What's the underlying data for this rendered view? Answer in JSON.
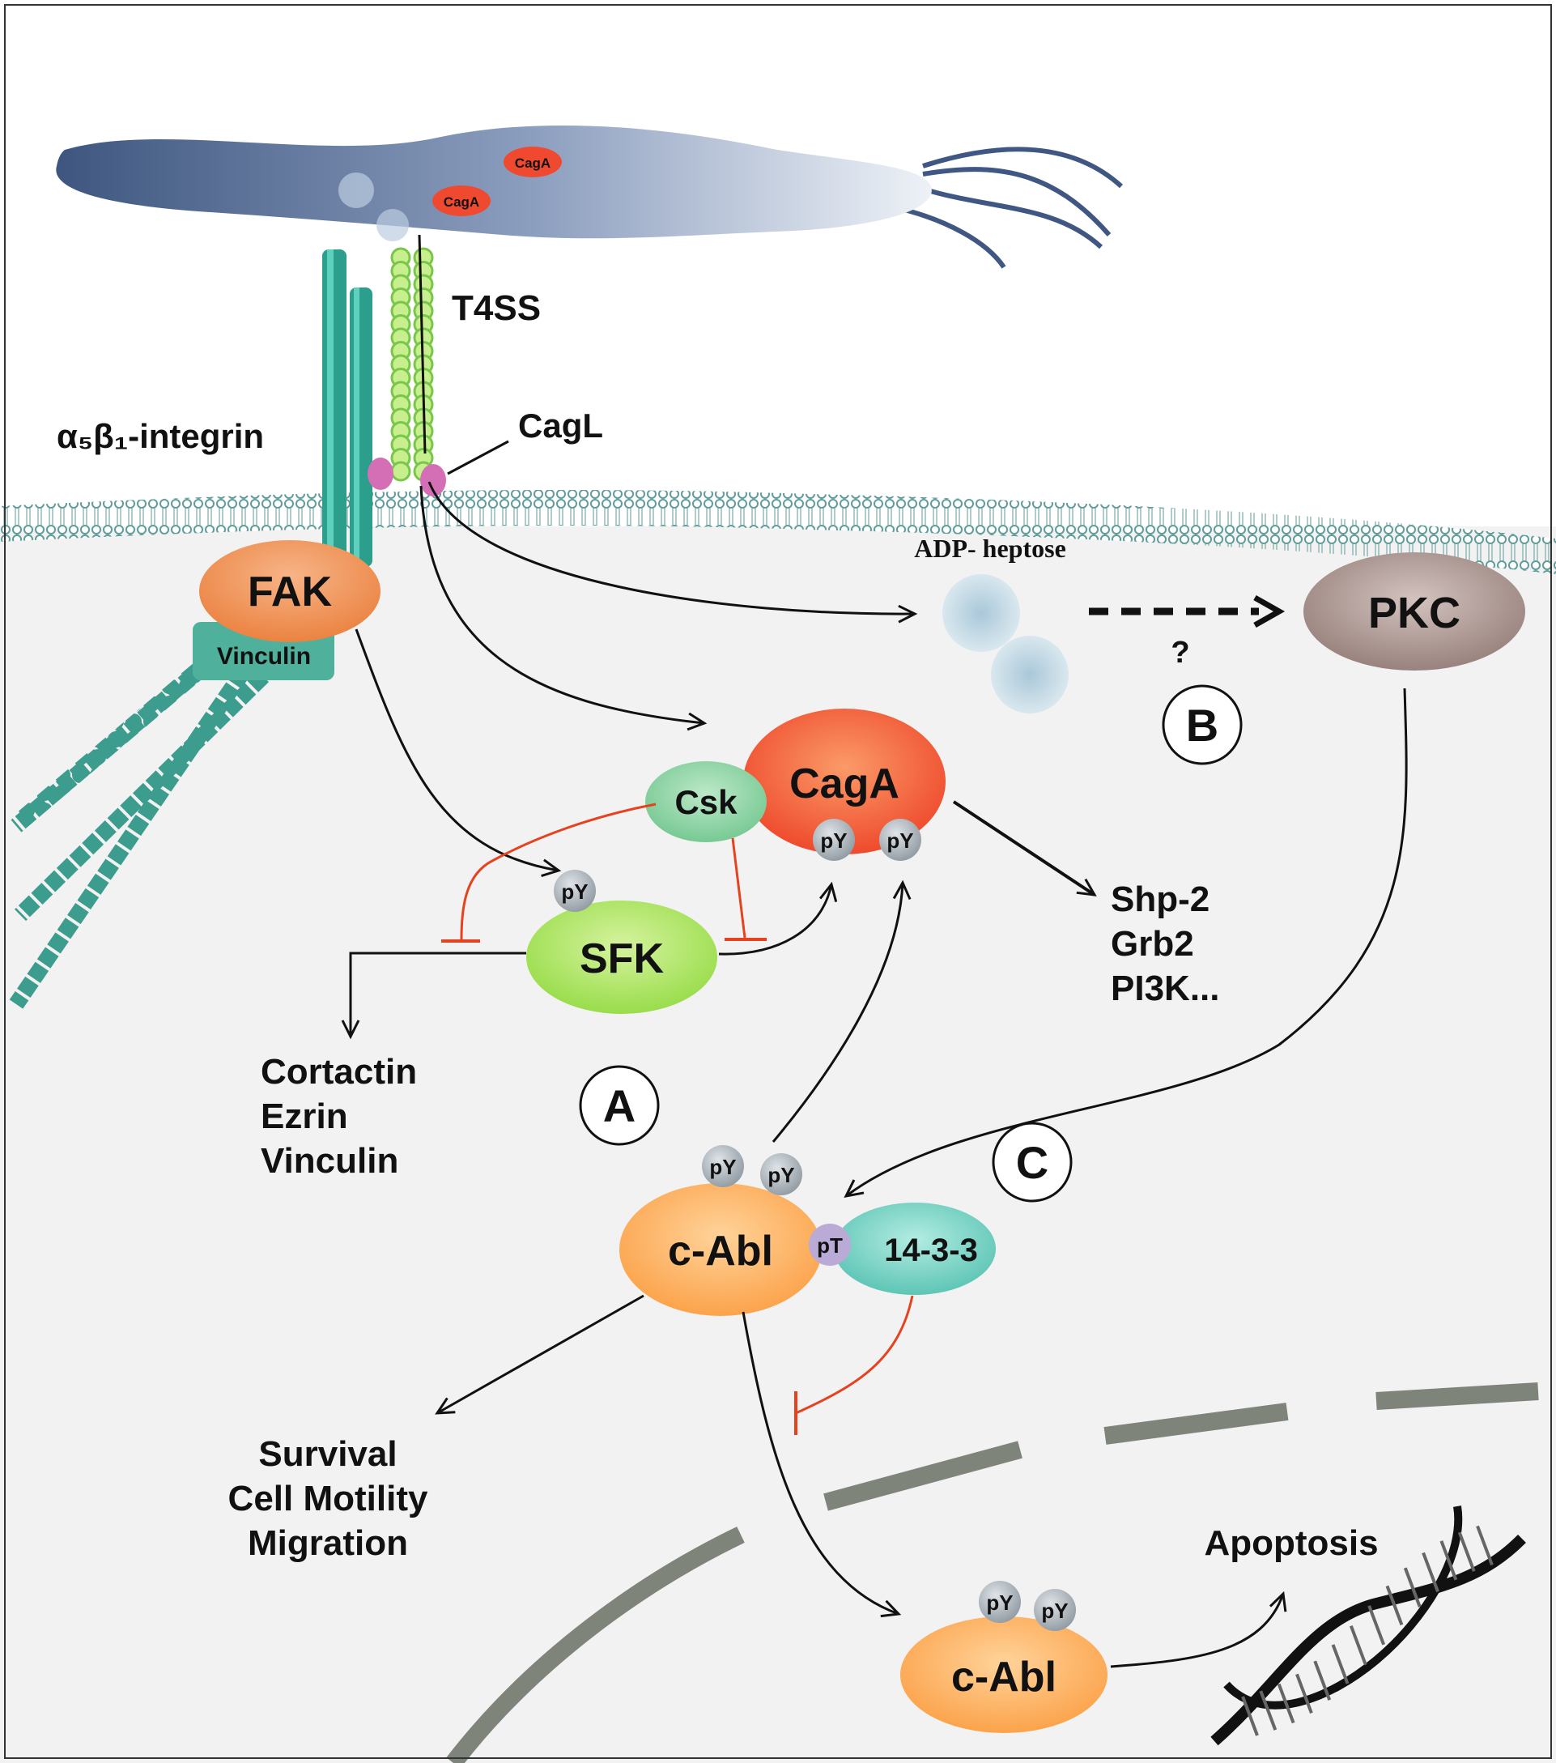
{
  "labels": {
    "bacterium_caga_1": "CagA",
    "bacterium_caga_2": "CagA",
    "t4ss": "T4SS",
    "integrin": "α₅β₁-integrin",
    "cagl": "CagL",
    "fak": "FAK",
    "vinculin_box": "Vinculin",
    "adp_heptose": "ADP- heptose",
    "question": "?",
    "pkc": "PKC",
    "caga": "CagA",
    "csk": "Csk",
    "sfk": "SFK",
    "py": "pY",
    "pt": "pT",
    "cabl": "c-Abl",
    "protein_1433": "14-3-3",
    "nuclear_cabl": "c-Abl",
    "apoptosis": "Apoptosis",
    "marker_a": "A",
    "marker_b": "B",
    "marker_c": "C"
  },
  "sfk_targets": [
    "Cortactin",
    "Ezrin",
    "Vinculin"
  ],
  "caga_targets": [
    "Shp-2",
    "Grb2",
    "PI3K..."
  ],
  "cabl_outcomes": [
    "Survival",
    "Cell Motility",
    "Migration"
  ],
  "colors": {
    "fak": "#f08a4b",
    "caga": "#ef4a2f",
    "csk": "#7fcf9c",
    "sfk": "#9be04f",
    "pkc": "#9b8580",
    "cabl": "#fba24a",
    "protein_1433": "#5fc8b7",
    "inhibition": "#e5431f",
    "membrane": "#5f9c9a",
    "nuclear_envelope": "#7f847b",
    "phospho": "#9fa7ad"
  }
}
